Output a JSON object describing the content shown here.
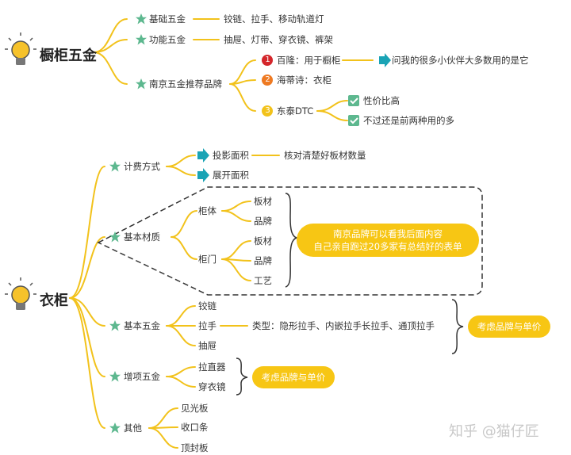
{
  "colors": {
    "branch": "#f2c21b",
    "arrow": "#1aa3b5",
    "star": "#5db88f",
    "check": "#5db88f",
    "pill": "#f7c614",
    "dashed": "#333333"
  },
  "section1": {
    "title": "橱柜五金",
    "nodes": {
      "basic": {
        "label": "基础五金",
        "detail": "铰链、拉手、移动轨道灯"
      },
      "func": {
        "label": "功能五金",
        "detail": "抽屉、灯带、穿衣镜、裤架"
      },
      "brands": {
        "label": "南京五金推荐品牌",
        "items": [
          {
            "num": "1",
            "text": "百隆：用于橱柜",
            "note": "问我的很多小伙伴大多数用的是它"
          },
          {
            "num": "2",
            "text": "海蒂诗：衣柜"
          },
          {
            "num": "3",
            "text": "东泰DTC",
            "checks": [
              "性价比高",
              "不过还是前两种用的多"
            ]
          }
        ]
      }
    }
  },
  "section2": {
    "title": "衣柜",
    "billing": {
      "label": "计费方式",
      "items": [
        {
          "text": "投影面积",
          "note": "核对清楚好板材数量"
        },
        {
          "text": "展开面积"
        }
      ]
    },
    "material": {
      "label": "基本材质",
      "body": {
        "label": "柜体",
        "items": [
          "板材",
          "品牌"
        ]
      },
      "door": {
        "label": "柜门",
        "items": [
          "板材",
          "品牌",
          "工艺"
        ]
      },
      "note": [
        "南京品牌可以看我后面内容",
        "自己亲自跑过20多家有总结好的表单"
      ]
    },
    "hardware": {
      "label": "基本五金",
      "items": [
        "铰链",
        "拉手",
        "抽屉"
      ],
      "handle_note": "类型：隐形拉手、内嵌拉手长拉手、通顶拉手",
      "pill": "考虑品牌与单价"
    },
    "extra": {
      "label": "增项五金",
      "items": [
        "拉直器",
        "穿衣镜"
      ],
      "pill": "考虑品牌与单价"
    },
    "other": {
      "label": "其他",
      "items": [
        "见光板",
        "收口条",
        "顶封板"
      ]
    }
  },
  "watermark": "知乎 @猫仔匠"
}
